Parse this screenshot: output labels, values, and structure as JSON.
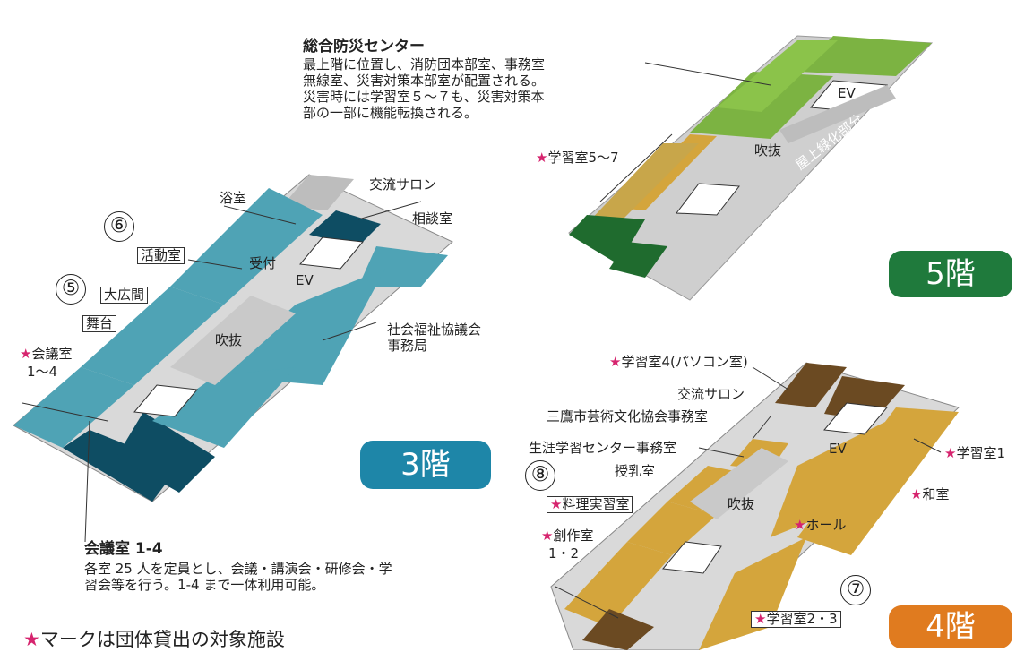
{
  "disaster_center": {
    "title": "総合防災センター",
    "lines": [
      "最上階に位置し、消防団本部室、事務室",
      "無線室、災害対策本部室が配置される。",
      "災害時には学習室５～７も、災害対策本",
      "部の一部に機能転換される。"
    ]
  },
  "meeting_rooms_note": {
    "title": "会議室 1-4",
    "lines": [
      "各室 25 人を定員とし、会議・講演会・研修会・学",
      "習会等を行う。1-4 まで一体利用可能。"
    ]
  },
  "legend": {
    "star": "★",
    "text": "マークは団体貸出の対象施設"
  },
  "floor5": {
    "badge": "5階",
    "color": "#1f7a3c",
    "labels": {
      "study_5_7": "学習室5～7",
      "ev": "EV",
      "atrium": "吹抜",
      "rooftop": "屋上緑化部分"
    }
  },
  "floor3": {
    "badge": "3階",
    "color": "#1e86a8",
    "labels": {
      "bath": "浴室",
      "activity": "活動室",
      "hall": "大広間",
      "stage": "舞台",
      "meeting": "会議室",
      "meeting_range": "1～4",
      "salon": "交流サロン",
      "consult": "相談室",
      "reception": "受付",
      "ev": "EV",
      "atrium": "吹抜",
      "council_1": "社会福祉協議会",
      "council_2": "事務局"
    },
    "circled": [
      "⑥",
      "⑤"
    ]
  },
  "floor4": {
    "badge": "4階",
    "color": "#e07b1f",
    "labels": {
      "study4": "学習室4(パソコン室)",
      "salon": "交流サロン",
      "arts": "三鷹市芸術文化協会事務室",
      "lifelong": "生涯学習センター事務室",
      "nursing": "授乳室",
      "cooking": "料理実習室",
      "creative": "創作室",
      "creative_range": "1・2",
      "atrium": "吹抜",
      "hall": "ホール",
      "ev": "EV",
      "study1": "学習室1",
      "japanese": "和室",
      "study2_3": "学習室2・3"
    },
    "circled": [
      "⑧",
      "⑦"
    ]
  }
}
